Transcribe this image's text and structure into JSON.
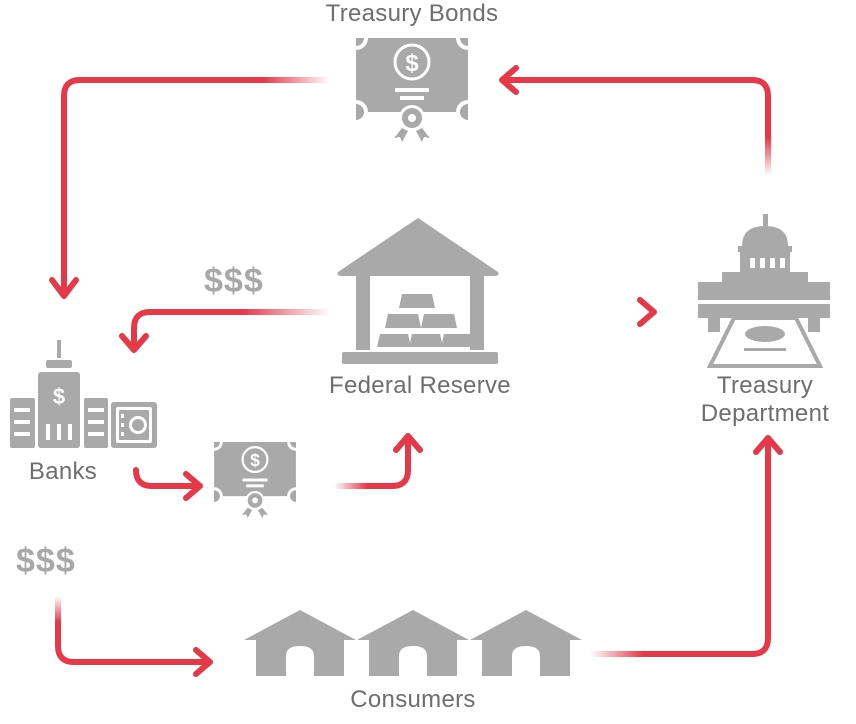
{
  "colors": {
    "arrow": "#e53848",
    "icon": "#a9a9a9",
    "text": "#6e6e6e"
  },
  "nodes": {
    "treasury_bonds": {
      "label": "Treasury Bonds",
      "icon": "bond-certificate-icon"
    },
    "federal_reserve": {
      "label": "Federal Reserve",
      "icon": "gold-vault-icon"
    },
    "treasury_department": {
      "label_line1": "Treasury",
      "label_line2": "Department",
      "icon": "capitol-building-icon"
    },
    "banks": {
      "label": "Banks",
      "icon": "bank-buildings-icon"
    },
    "consumers": {
      "label": "Consumers",
      "icon": "houses-icon"
    }
  },
  "money_labels": {
    "fed_to_banks": "$$$",
    "banks_to_consumers": "$$$"
  },
  "flows": [
    {
      "from": "Treasury Department",
      "to": "Treasury Bonds"
    },
    {
      "from": "Treasury Bonds",
      "to": "Banks"
    },
    {
      "from": "Federal Reserve",
      "to": "Banks",
      "label": "$$$"
    },
    {
      "from": "Federal Reserve",
      "to": "Treasury Department"
    },
    {
      "from": "Banks",
      "to": "Bond"
    },
    {
      "from": "Bond",
      "to": "Federal Reserve"
    },
    {
      "from": "Banks",
      "to": "Consumers",
      "label": "$$$"
    },
    {
      "from": "Consumers",
      "to": "Treasury Department"
    }
  ]
}
